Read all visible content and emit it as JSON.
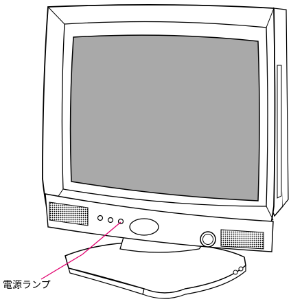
{
  "callout": {
    "label": "電源ランプ"
  },
  "colors": {
    "leader_line": "#e0006e",
    "screen_fill": "#a9a9a9",
    "outline": "#000000",
    "background": "#ffffff"
  },
  "parts": {
    "power_lamp": "power-lamp",
    "power_button": "power-button",
    "speaker_grilles": "speaker-grille",
    "stand": "monitor-stand"
  }
}
